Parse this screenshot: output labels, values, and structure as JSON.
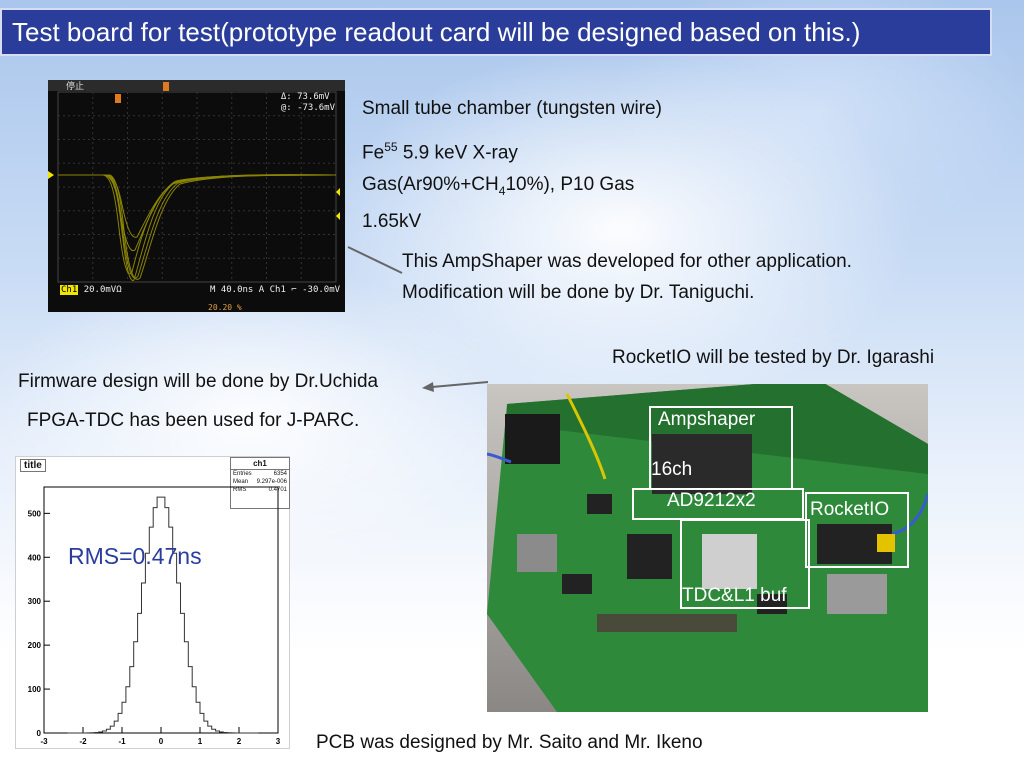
{
  "slide": {
    "title": "Test board for test(prototype readout card will be designed based on this.)",
    "chamber": "Small tube chamber (tungsten wire)",
    "xray_pre": "Fe",
    "xray_sup": "55",
    "xray_post": " 5.9 keV X-ray",
    "gas_pre": "Gas(Ar90%+CH",
    "gas_sub": "4",
    "gas_post": "10%), P10 Gas",
    "hv": "1.65kV",
    "ampshaper_note1": "This AmpShaper was developed for other application.",
    "ampshaper_note2": "Modification will be done by Dr. Taniguchi.",
    "rocketio_note": "RocketIO will be tested by Dr. Igarashi",
    "firmware_note": "Firmware design will be done by Dr.Uchida",
    "fpga_note": "FPGA-TDC has been used for J-PARC.",
    "pcb_note": "PCB was designed by Mr. Saito and Mr. Ikeno"
  },
  "scope": {
    "state": "停止",
    "meas1": "Δ:  73.6mV",
    "meas2": "@: -73.6mV",
    "ch1_label": "Ch1",
    "ch1_scale": "20.0mVΩ",
    "timebase": "M 40.0ns  A  Ch1  ⌐ -30.0mV",
    "trigger_pos": "20.20 %",
    "trace_color": "#f2e600"
  },
  "histogram": {
    "title": "title",
    "stats_name": "ch1",
    "entries_label": "Entries",
    "entries_value": "6354",
    "mean_label": "Mean",
    "mean_value": "9.297e-006",
    "rms_label": "RMS",
    "rms_value": "0.4701",
    "rms_annotation": "RMS=0.47ns",
    "y_ticks": [
      "0",
      "100",
      "200",
      "300",
      "400",
      "500"
    ],
    "x_ticks": [
      "-3",
      "-2",
      "-1",
      "0",
      "1",
      "2",
      "3"
    ]
  },
  "board": {
    "ampshaper": "Ampshaper",
    "ch16": "16ch",
    "adc": "AD9212x2",
    "rocketio": "RocketIO",
    "tdc": "TDC&L1 buf"
  }
}
